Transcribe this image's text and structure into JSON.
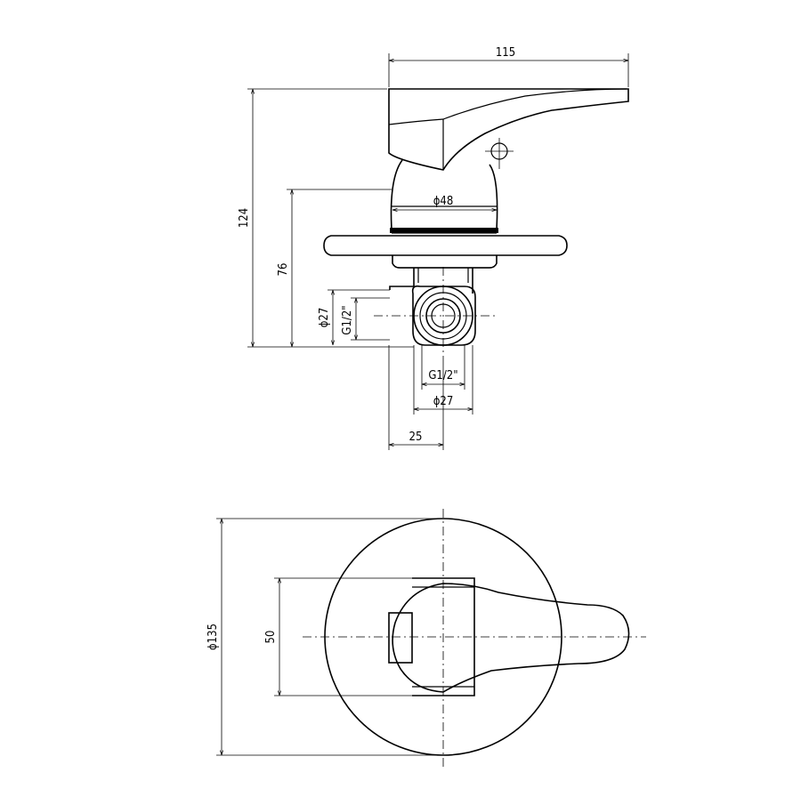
{
  "dimensions": {
    "d115": "115",
    "d124": "124",
    "d76": "76",
    "d48": "ϕ48",
    "d27v": "ϕ27",
    "g12v": "G1/2\"",
    "g12h": "G1/2\"",
    "d27h": "ϕ27",
    "d25": "25",
    "d135": "ϕ135",
    "d50": "50"
  }
}
